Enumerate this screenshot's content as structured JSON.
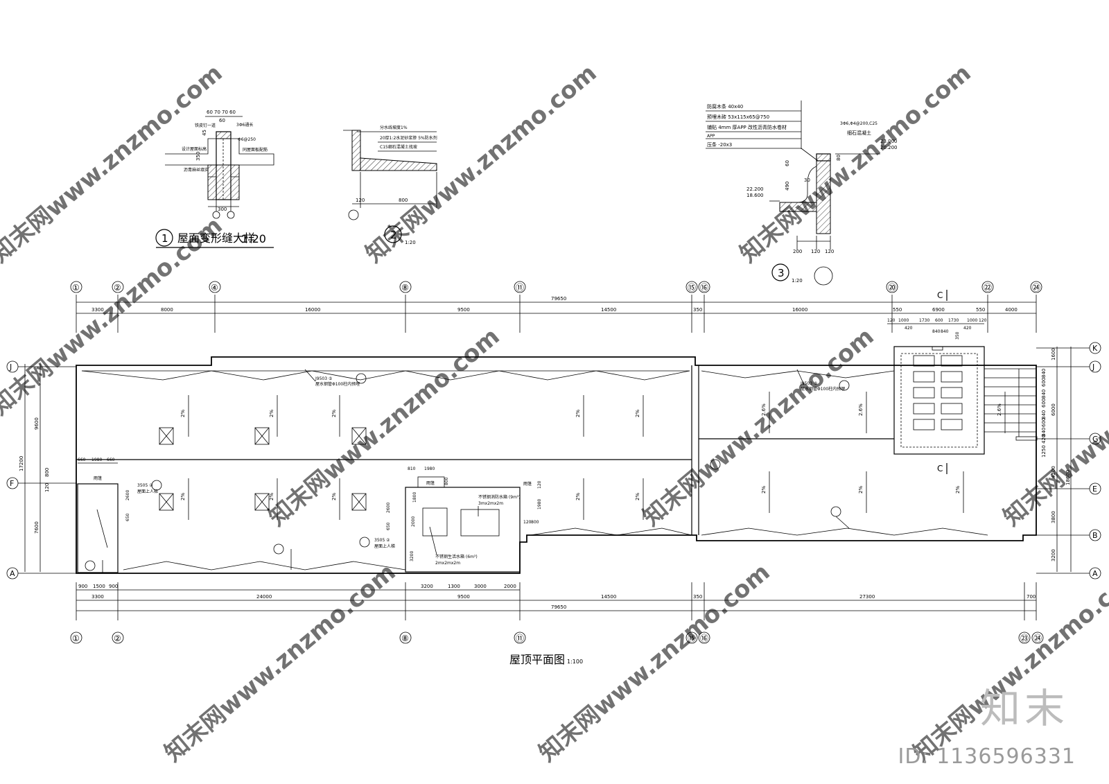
{
  "plan": {
    "title": "屋顶平面图",
    "scale": "1:100",
    "grid_top": [
      "①",
      "②",
      "④",
      "⑧",
      "⑪",
      "⑮",
      "⑯",
      "⑳",
      "㉒",
      "㉔"
    ],
    "grid_bottom": [
      "①",
      "②",
      "⑧",
      "⑪",
      "⑮",
      "⑯",
      "㉓",
      "㉔"
    ],
    "grid_left": [
      "J",
      "F",
      "A"
    ],
    "grid_right": [
      "K",
      "J",
      "G",
      "E",
      "B",
      "A"
    ],
    "dims_top_total": "79650",
    "dims_top": [
      "3300",
      "8000",
      "16000",
      "9500",
      "14500",
      "350",
      "16000",
      "550",
      "6900",
      "550",
      "4000"
    ],
    "dims_top_small": [
      "120",
      "1000",
      "1730",
      "600",
      "1730",
      "1000",
      "120"
    ],
    "dims_top_small2": [
      "420",
      "840",
      "840",
      "420",
      "350"
    ],
    "dims_bottom_total": "79650",
    "dims_bottom": [
      "3300",
      "24000",
      "9500",
      "14500",
      "350",
      "27300",
      "700"
    ],
    "dims_bottom_small": [
      "900",
      "1500",
      "900",
      "3200",
      "1300",
      "3000",
      "2000"
    ],
    "dims_left": [
      "9600",
      "17200",
      "7600",
      "800",
      "120"
    ],
    "dims_right": [
      "1600",
      "840",
      "600",
      "840",
      "600",
      "840",
      "600",
      "840",
      "600",
      "420",
      "6000",
      "1250",
      "4200",
      "18600",
      "3800",
      "3200"
    ],
    "slope": "2%",
    "slope2": "2.6%",
    "section_mark": "C",
    "callout_j9503": "J9503 ⑤",
    "callout_j9503_note": "屋水钢管Φ100柱内预埋",
    "callout_85505": "3505 ②",
    "callout_85505_note": "屋面上人梯",
    "tank_fire": "不锈钢消防水箱 (9m³)",
    "tank_fire_size": "3mx2mx2m",
    "tank_water": "不锈钢生活水箱 (6m³)",
    "tank_water_size": "2mx2mx2m",
    "room_label": "雨篷",
    "dims_tank": [
      "810",
      "1980",
      "800",
      "2600",
      "1800",
      "120",
      "1980",
      "2000",
      "650",
      "3200",
      "120",
      "800"
    ],
    "dims_left_room": [
      "660",
      "1980",
      "660",
      "2600",
      "650"
    ]
  },
  "detail1": {
    "num": "1",
    "title": "屋面变形缝大样",
    "scale": "1:20",
    "dims": [
      "60",
      "70",
      "70",
      "60",
      "60",
      "350",
      "45",
      "300"
    ],
    "notes": [
      "铁皮钉一道",
      "3Φ6通长",
      "Φ6@250",
      "设计屋面标高",
      "同屋面板配筋",
      "沥青麻丝填实"
    ]
  },
  "detail2": {
    "num": "2",
    "scale": "1:20",
    "notes": [
      "分水线坡度1%",
      "20厚1:2水泥砂浆掺 5%防水剂",
      "C15细石混凝土找坡"
    ],
    "dims": [
      "120",
      "800"
    ]
  },
  "detail3": {
    "num": "3",
    "scale": "1:20",
    "notes": [
      "防腐木条 40x40",
      "预埋木砖 53x115x65@750",
      "铺贴 4mm 厚APP 改性沥青防水卷材",
      "APP",
      "压条 -20x3",
      "3Φ6,Φ4@200,C25",
      "细石混凝土"
    ],
    "levels": [
      "23.000",
      "20.200",
      "22.200",
      "18.600"
    ],
    "dims": [
      "60",
      "490",
      "30",
      "80",
      "200",
      "120",
      "120"
    ]
  },
  "watermark": {
    "text": "知末网www.znzmo.com",
    "brand": "知末",
    "id": "ID: 1136596331"
  }
}
